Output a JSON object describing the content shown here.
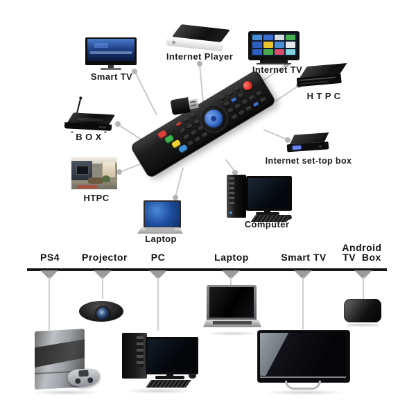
{
  "diagram": {
    "compatible_devices_top": [
      {
        "name": "smart-tv",
        "label": "Smart TV"
      },
      {
        "name": "internet-player",
        "label": "Internet Player"
      },
      {
        "name": "internet-tv",
        "label": "Internet TV"
      },
      {
        "name": "htpc-media-box",
        "label": "H T P C"
      },
      {
        "name": "tv-box",
        "label": "B O X"
      },
      {
        "name": "internet-set-top-box",
        "label": "Internet set-top box"
      },
      {
        "name": "htpc-room",
        "label": "HTPC"
      },
      {
        "name": "laptop",
        "label": "Laptop"
      },
      {
        "name": "computer",
        "label": "Computer"
      }
    ],
    "supported_devices_bottom": [
      {
        "name": "ps4",
        "label": "PS4"
      },
      {
        "name": "projector",
        "label": "Projector"
      },
      {
        "name": "pc",
        "label": "PC"
      },
      {
        "name": "laptop",
        "label": "Laptop"
      },
      {
        "name": "smart-tv",
        "label": "Smart TV"
      },
      {
        "name": "android-tv-box",
        "label_line1": "Android",
        "label_line2": "TV  Box"
      }
    ]
  },
  "colors": {
    "background": "#ffffff",
    "connector_gray": "#c9c9c9",
    "connector_dot_gray": "#b4b4b4",
    "timeline_black": "#141414",
    "triangle_gray": "#9c9c9c",
    "remote_power_red": "#e03a2e",
    "remote_dpad_blue": "#3f74d0",
    "remote_button_red": "#e04038",
    "remote_button_green": "#3cb24e",
    "remote_button_yellow": "#ecd12f",
    "remote_button_blue": "#3f8fd8"
  }
}
